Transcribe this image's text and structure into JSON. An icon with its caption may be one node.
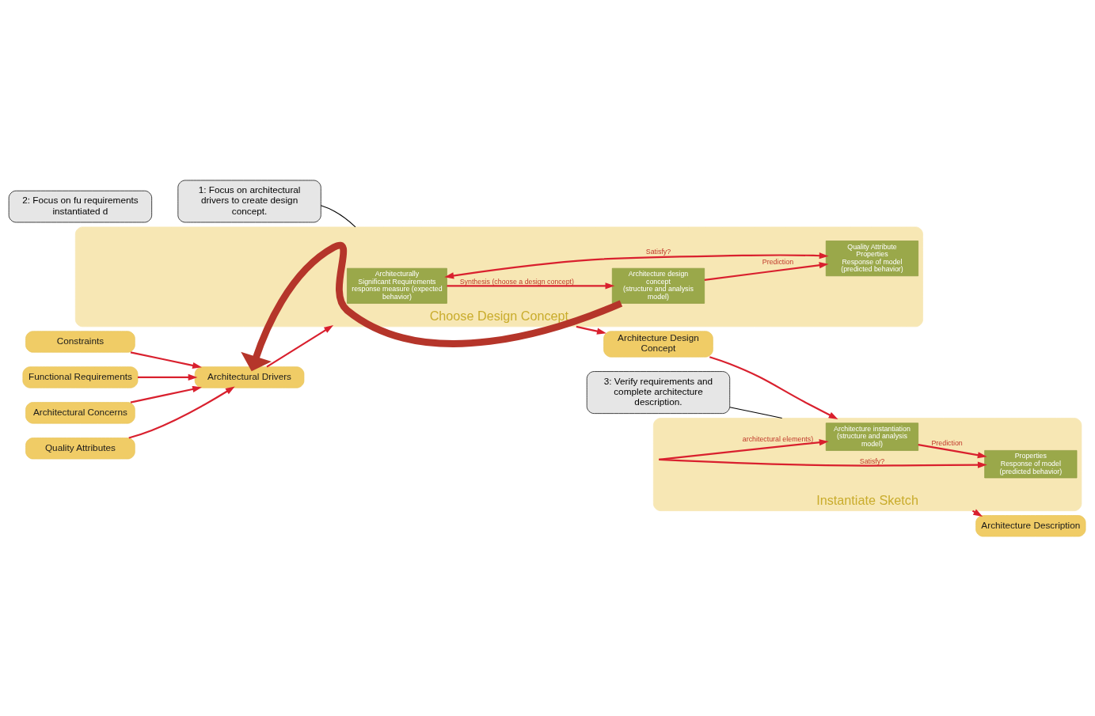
{
  "diagram": {
    "nodes": [
      {
        "text": [
          "Architectural Concerns"
        ]
      },
      {
        "text": [
          "Constraints"
        ]
      },
      {
        "text": [
          "Functional Requirements"
        ]
      },
      {
        "text": [
          "Quality Attributes"
        ]
      },
      {
        "text": [
          "Architectural Drivers"
        ]
      },
      {
        "text": [
          "Choose Design Concept"
        ]
      },
      {
        "text": [
          "Architecturally Significant Requirements",
          "response measure (expected behavior)"
        ],
        "in": 5
      },
      {
        "text": [
          "Architecture design concept",
          "(structure and analysis model)"
        ],
        "in": 5
      },
      {
        "text": [
          "Quality Attribute Properties",
          "Response of model (predicted behavior)"
        ],
        "in": 5
      },
      {
        "text": [
          "Architecture Design Concept"
        ]
      },
      {
        "text": [
          "Instantiate Sketch"
        ]
      },
      {
        "text": [
          "Architecture instantiation",
          "(structure and analysis model)"
        ],
        "in": 10
      },
      {
        "text": [
          "Properties",
          "Response of model (predicted behavior)"
        ],
        "in": 10
      },
      {
        "text": [
          "Architecture Description"
        ]
      },
      {
        "text": [
          "1: Focus on architectural drivers to create design concept."
        ]
      },
      {
        "text": [
          "2: Focus on fu requirements instantiated d"
        ]
      },
      {
        "text": [
          "3: Verify requirements and complete architecture description."
        ]
      }
    ],
    "edges": [
      {
        "from": 0,
        "to": 4,
        "arrow": "to"
      },
      {
        "from": 1,
        "to": 4,
        "arrow": "to"
      },
      {
        "from": 2,
        "to": 4,
        "arrow": "to"
      },
      {
        "from": 3,
        "to": 4,
        "arrow": "to"
      },
      {
        "from": 4,
        "to": 5,
        "arrow": "to"
      },
      {
        "from": 6,
        "to": 7,
        "arrow": "to",
        "label": "Synthesis (choose a design concept)"
      },
      {
        "from": 6,
        "to": 8,
        "arrow": "both",
        "label": "Satisfy?"
      },
      {
        "from": 7,
        "to": 8,
        "arrow": "to",
        "label": "Prediction"
      },
      {
        "from": 5,
        "to": 9,
        "arrow": "to"
      },
      {
        "from": 9,
        "to": 10,
        "arrow": "to"
      },
      {
        "from": 10,
        "to": 11,
        "arrow": "to",
        "label": "architectural elements)"
      },
      {
        "from": 10,
        "to": 12,
        "arrow": "to",
        "label": "Satisfy?"
      },
      {
        "from": 11,
        "to": 12,
        "arrow": "to",
        "label": "Prediction"
      },
      {
        "from": 10,
        "to": 13,
        "arrow": "to"
      },
      {
        "from": 14,
        "to": 5,
        "arrow": "none",
        "color": "#000000"
      },
      {
        "from": 16,
        "to": 10,
        "arrow": "none",
        "color": "#000000"
      },
      {
        "from": 7,
        "to": 4,
        "arrow": "to",
        "style": "thick",
        "color": "#b5352a"
      }
    ]
  }
}
